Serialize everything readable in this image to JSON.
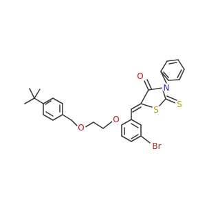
{
  "molecule": {
    "atoms": {
      "O_carbonyl": "O",
      "N_ring": "N",
      "S_ring": "S",
      "S_thione": "S",
      "O_ether1": "O",
      "O_ether2": "O",
      "Br": "Br"
    }
  },
  "colors": {
    "bond": "#3c3c3c",
    "oxygen": "#e8000b",
    "nitrogen": "#1f2be0",
    "sulfur": "#b5a000",
    "bromine": "#a6291f"
  }
}
